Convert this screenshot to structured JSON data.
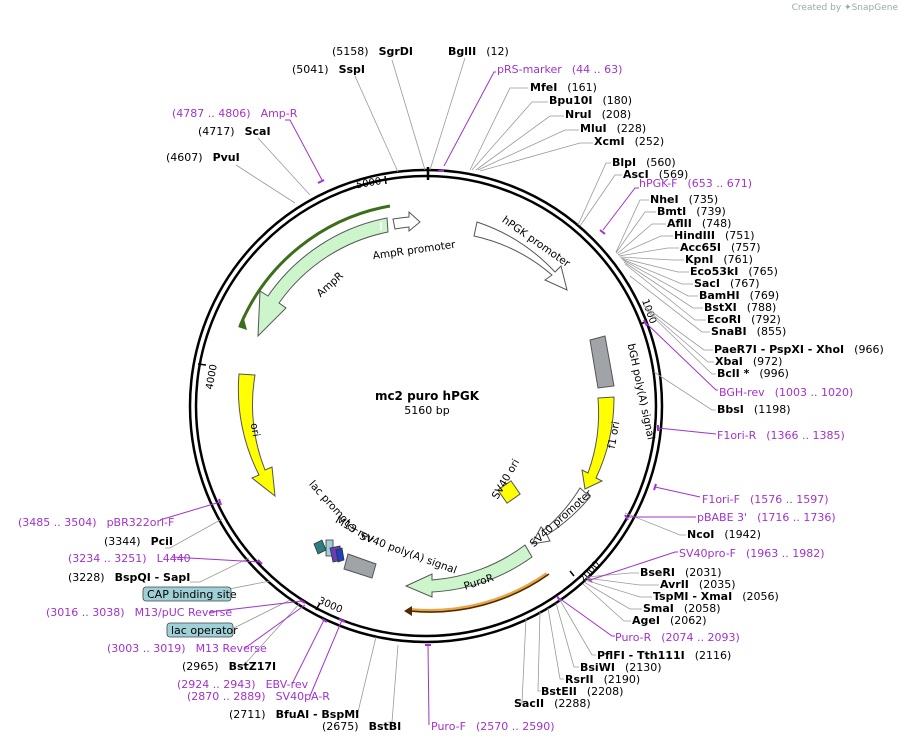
{
  "credit": {
    "prefix": "Created by",
    "brand": "SnapGene"
  },
  "plasmid": {
    "name": "mc2 puro hPGK",
    "size": "5160 bp"
  },
  "ticks": [
    "5000",
    "1000",
    "4000",
    "2000",
    "3000"
  ],
  "features": {
    "ampr_promoter": "AmpR promoter",
    "ampr": "AmpR",
    "hpgk_promoter": "hPGK promoter",
    "bgh": "bGH poly(A) signal",
    "f1ori": "f1 ori",
    "ori": "ori",
    "sv40ori": "SV40 ori",
    "sv40promoter": "SV40 promoter",
    "puror": "PuroR",
    "sv40polya": "SV40 poly(A) signal",
    "m13rev": "M13 rev",
    "lacpromoter": "lac promoter"
  },
  "boxes": {
    "cap": "CAP binding site",
    "lacop": "lac operator"
  },
  "colors": {
    "purple": "#a133cc",
    "green": "#ccf5cc",
    "yellow": "#ffff00",
    "grey": "#a0a4a8",
    "white": "#ffffff",
    "teal": "#9fd0d8"
  },
  "right_sites": [
    {
      "name": "MfeI",
      "pos": "(161)"
    },
    {
      "name": "Bpu10I",
      "pos": "(180)"
    },
    {
      "name": "NruI",
      "pos": "(208)"
    },
    {
      "name": "MluI",
      "pos": "(228)"
    },
    {
      "name": "XcmI",
      "pos": "(252)"
    },
    {
      "name": "BlpI",
      "pos": "(560)"
    },
    {
      "name": "AscI",
      "pos": "(569)"
    },
    {
      "name": "NheI",
      "pos": "(735)"
    },
    {
      "name": "BmtI",
      "pos": "(739)"
    },
    {
      "name": "AflII",
      "pos": "(748)"
    },
    {
      "name": "HindIII",
      "pos": "(751)"
    },
    {
      "name": "Acc65I",
      "pos": "(757)"
    },
    {
      "name": "KpnI",
      "pos": "(761)"
    },
    {
      "name": "Eco53kI",
      "pos": "(765)"
    },
    {
      "name": "SacI",
      "pos": "(767)"
    },
    {
      "name": "BamHI",
      "pos": "(769)"
    },
    {
      "name": "BstXI",
      "pos": "(788)"
    },
    {
      "name": "EcoRI",
      "pos": "(792)"
    },
    {
      "name": "SnaBI",
      "pos": "(855)"
    },
    {
      "name": "PaeR7I  - PspXI  - XhoI",
      "pos": "(966)"
    },
    {
      "name": "XbaI",
      "pos": "(972)"
    },
    {
      "name": "BclI *",
      "pos": "(996)"
    },
    {
      "name": "BbsI",
      "pos": "(1198)"
    },
    {
      "name": "NcoI",
      "pos": "(1942)"
    },
    {
      "name": "BseRI",
      "pos": "(2031)"
    },
    {
      "name": "AvrII",
      "pos": "(2035)"
    },
    {
      "name": "TspMI  - XmaI",
      "pos": "(2056)"
    },
    {
      "name": "SmaI",
      "pos": "(2058)"
    },
    {
      "name": "AgeI",
      "pos": "(2062)"
    },
    {
      "name": "PflFI  - Tth111I",
      "pos": "(2116)"
    },
    {
      "name": "BsiWI",
      "pos": "(2130)"
    },
    {
      "name": "RsrII",
      "pos": "(2190)"
    },
    {
      "name": "BstEII",
      "pos": "(2208)"
    },
    {
      "name": "SacII",
      "pos": "(2288)"
    }
  ],
  "left_sites": [
    {
      "name": "SgrDI",
      "pos": "(5158)"
    },
    {
      "name": "BglII",
      "pos": "(12)"
    },
    {
      "name": "SspI",
      "pos": "(5041)"
    },
    {
      "name": "ScaI",
      "pos": "(4717)"
    },
    {
      "name": "PvuI",
      "pos": "(4607)"
    },
    {
      "name": "PciI",
      "pos": "(3344)"
    },
    {
      "name": "BspQI  - SapI",
      "pos": "(3228)"
    },
    {
      "name": "BstZ17I",
      "pos": "(2965)"
    },
    {
      "name": "BfuAI  - BspMI",
      "pos": "(2711)"
    },
    {
      "name": "BstBI",
      "pos": "(2675)"
    }
  ],
  "primers": [
    {
      "name": "pRS-marker",
      "pos": "(44 .. 63)"
    },
    {
      "name": "Amp-R",
      "pos": "(4787 .. 4806)"
    },
    {
      "name": "hPGK-F",
      "pos": "(653 .. 671)"
    },
    {
      "name": "BGH-rev",
      "pos": "(1003 .. 1020)"
    },
    {
      "name": "F1ori-R",
      "pos": "(1366 .. 1385)"
    },
    {
      "name": "F1ori-F",
      "pos": "(1576 .. 1597)"
    },
    {
      "name": "pBABE 3'",
      "pos": "(1716 .. 1736)"
    },
    {
      "name": "SV40pro-F",
      "pos": "(1963 .. 1982)"
    },
    {
      "name": "Puro-R",
      "pos": "(2074 .. 2093)"
    },
    {
      "name": "Puro-F",
      "pos": "(2570 .. 2590)"
    },
    {
      "name": "pBR322ori-F",
      "pos": "(3485 .. 3504)"
    },
    {
      "name": "L4440",
      "pos": "(3234 .. 3251)"
    },
    {
      "name": "M13/pUC Reverse",
      "pos": "(3016 .. 3038)"
    },
    {
      "name": "M13 Reverse",
      "pos": "(3003 .. 3019)"
    },
    {
      "name": "EBV-rev",
      "pos": "(2924 .. 2943)"
    },
    {
      "name": "SV40pA-R",
      "pos": "(2870 .. 2889)"
    }
  ]
}
